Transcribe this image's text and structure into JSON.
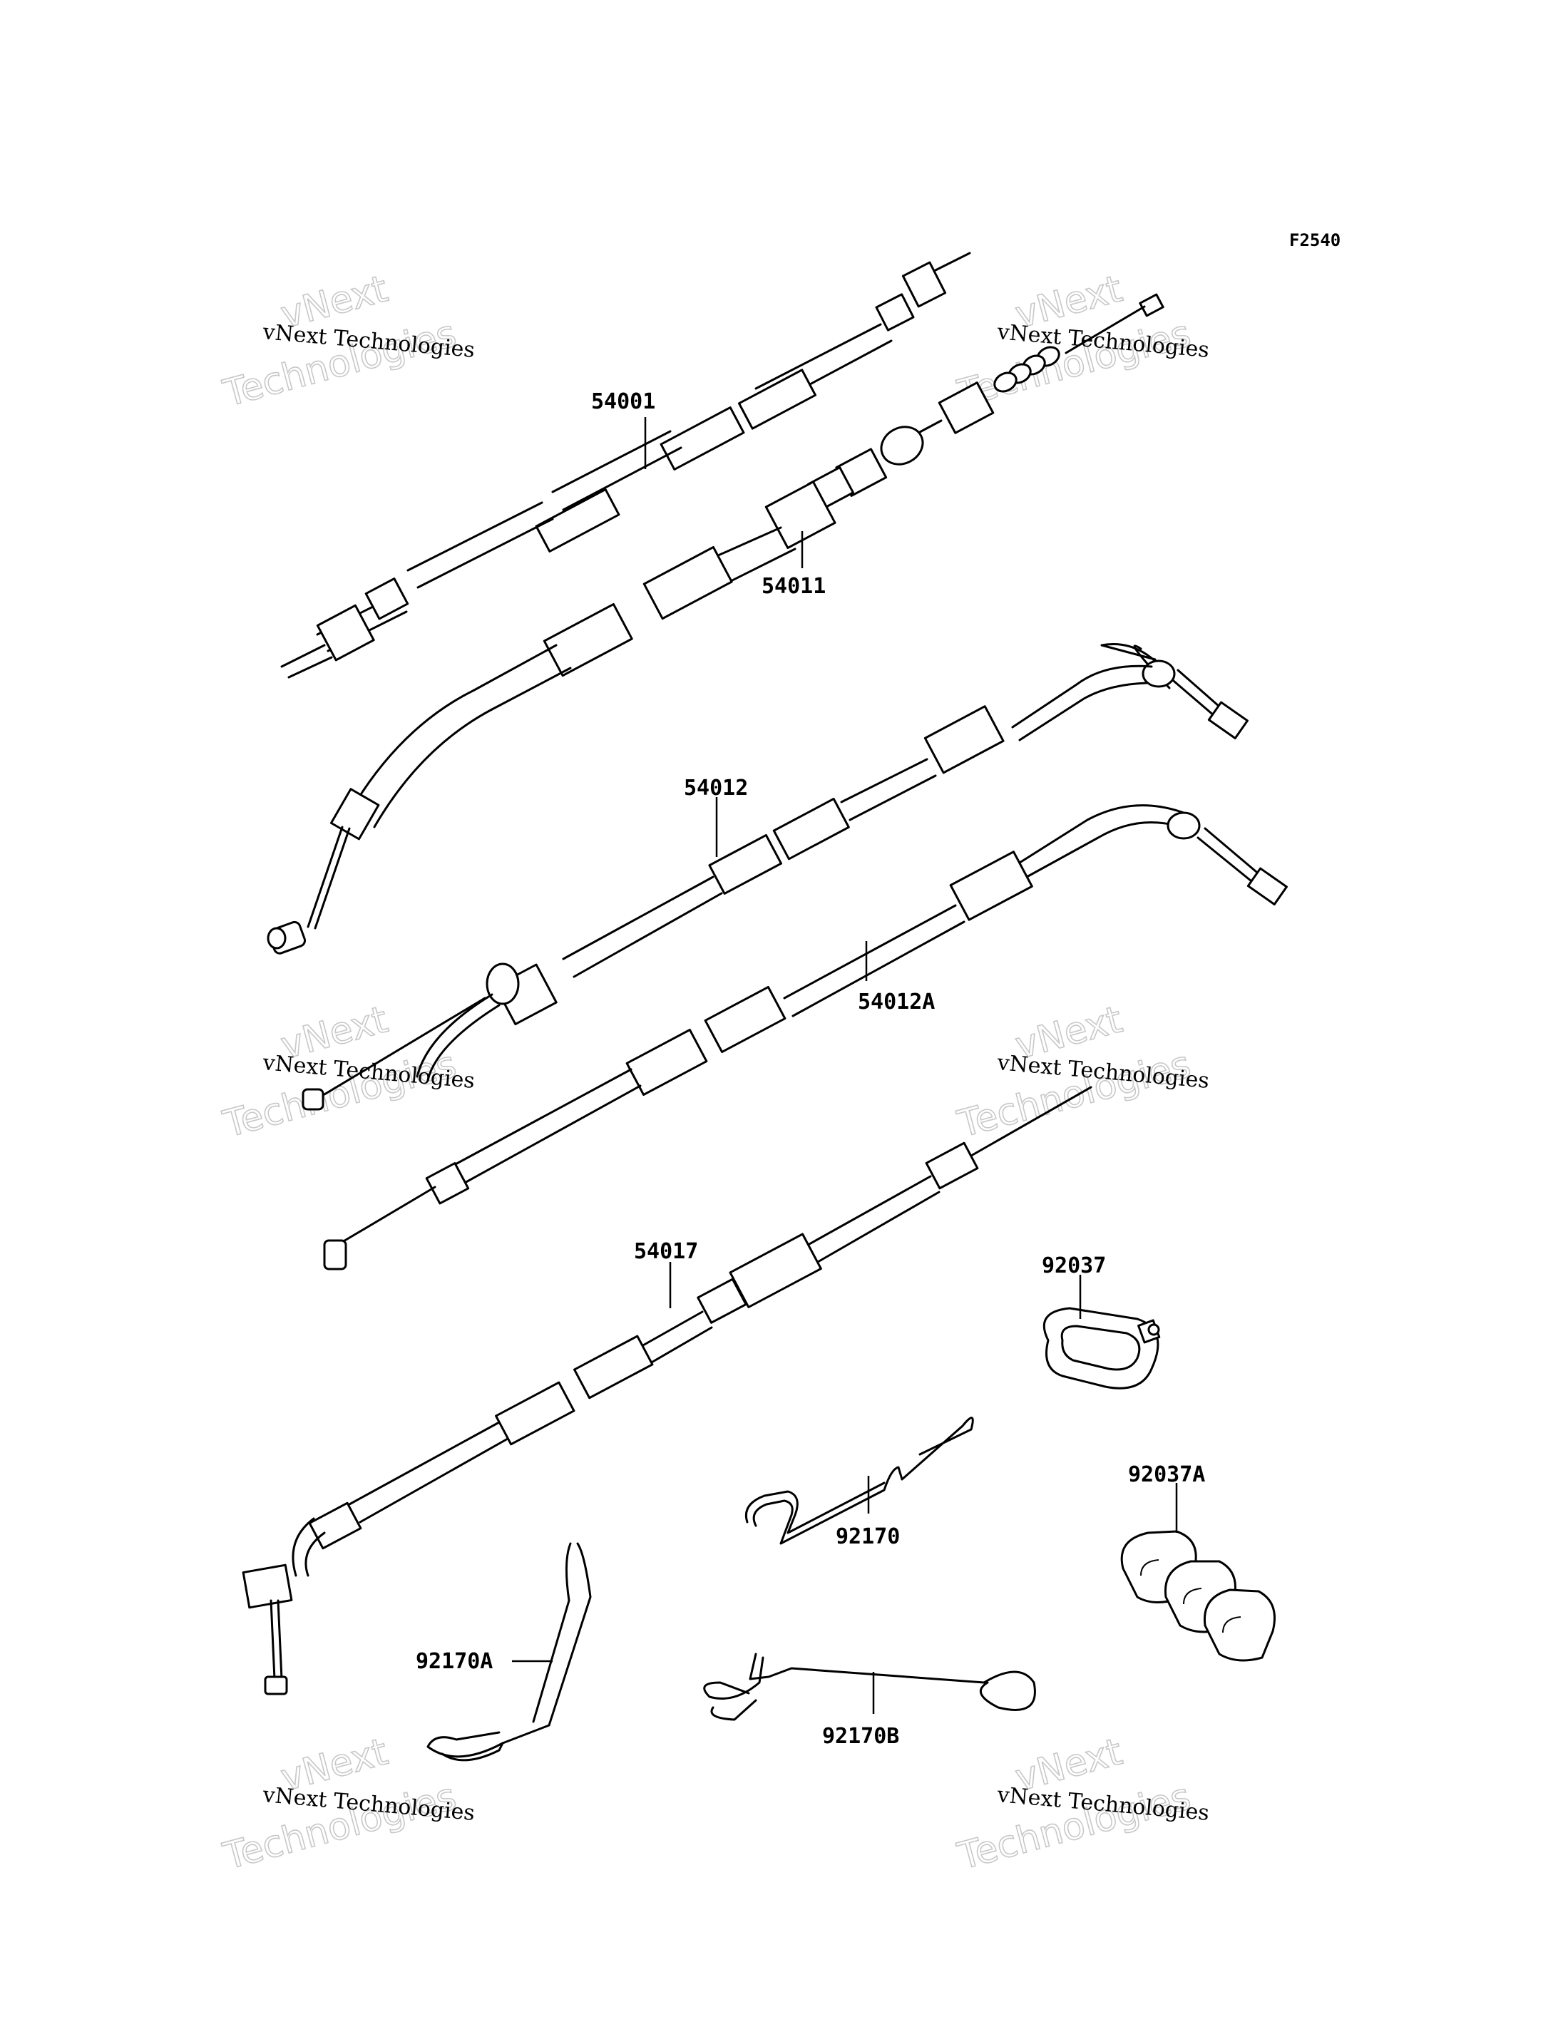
{
  "figure_code": "F2540",
  "watermark": {
    "line1": "vNext",
    "line2": "Technologies",
    "caption": "vNext Technologies"
  },
  "parts": [
    {
      "id": "p1",
      "number": "54001"
    },
    {
      "id": "p2",
      "number": "54011"
    },
    {
      "id": "p3",
      "number": "54012"
    },
    {
      "id": "p4",
      "number": "54012A"
    },
    {
      "id": "p5",
      "number": "54017"
    },
    {
      "id": "p6",
      "number": "92037"
    },
    {
      "id": "p7",
      "number": "92037A"
    },
    {
      "id": "p8",
      "number": "92170"
    },
    {
      "id": "p9",
      "number": "92170A"
    },
    {
      "id": "p10",
      "number": "92170B"
    }
  ]
}
